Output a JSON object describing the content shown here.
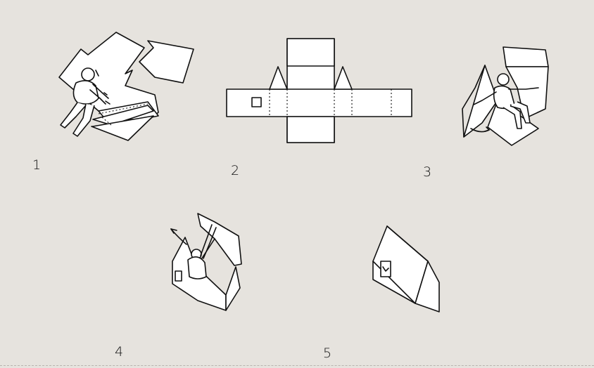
{
  "steps": [
    {
      "number": "1"
    },
    {
      "number": "2"
    },
    {
      "number": "3"
    },
    {
      "number": "4"
    },
    {
      "number": "5"
    }
  ],
  "colors": {
    "background": "#e6e3de",
    "line": "#111111",
    "fill": "#ffffff"
  }
}
